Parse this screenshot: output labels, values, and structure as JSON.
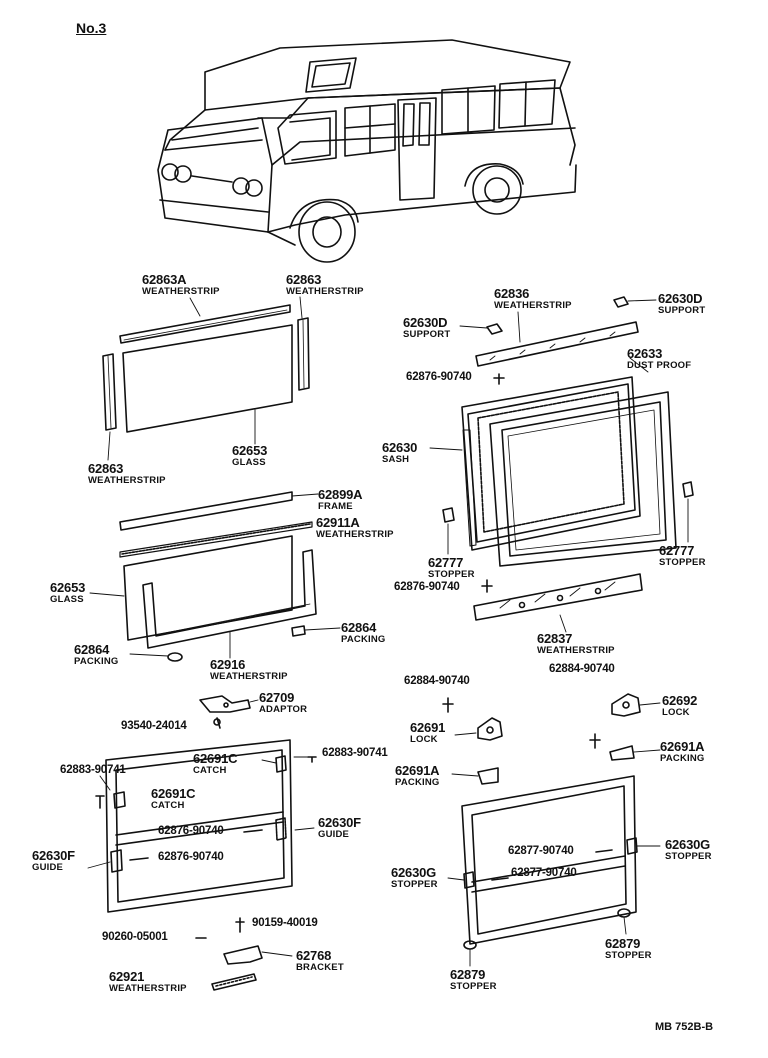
{
  "page": {
    "title": "No.3",
    "code": "MB 752B-B"
  },
  "callouts": [
    {
      "id": "c01",
      "part": "62863A",
      "name": "WEATHERSTRIP"
    },
    {
      "id": "c02",
      "part": "62863",
      "name": "WEATHERSTRIP"
    },
    {
      "id": "c03",
      "part": "62863",
      "name": "WEATHERSTRIP"
    },
    {
      "id": "c04",
      "part": "62653",
      "name": "GLASS"
    },
    {
      "id": "c05",
      "part": "62899A",
      "name": "FRAME"
    },
    {
      "id": "c06",
      "part": "62911A",
      "name": "WEATHERSTRIP"
    },
    {
      "id": "c07",
      "part": "62653",
      "name": "GLASS"
    },
    {
      "id": "c08",
      "part": "62864",
      "name": "PACKING"
    },
    {
      "id": "c09",
      "part": "62864",
      "name": "PACKING"
    },
    {
      "id": "c10",
      "part": "62916",
      "name": "WEATHERSTRIP"
    },
    {
      "id": "c11",
      "part": "62709",
      "name": "ADAPTOR"
    },
    {
      "id": "c12",
      "part": "93540-24014",
      "name": ""
    },
    {
      "id": "c13",
      "part": "62836",
      "name": "WEATHERSTRIP"
    },
    {
      "id": "c14",
      "part": "62630D",
      "name": "SUPPORT"
    },
    {
      "id": "c15",
      "part": "62630D",
      "name": "SUPPORT"
    },
    {
      "id": "c16",
      "part": "62633",
      "name": "DUST PROOF"
    },
    {
      "id": "c17",
      "part": "62876-90740",
      "name": ""
    },
    {
      "id": "c18",
      "part": "62630",
      "name": "SASH"
    },
    {
      "id": "c19",
      "part": "62777",
      "name": "STOPPER"
    },
    {
      "id": "c20",
      "part": "62777",
      "name": "STOPPER"
    },
    {
      "id": "c21",
      "part": "62876-90740",
      "name": ""
    },
    {
      "id": "c22",
      "part": "62837",
      "name": "WEATHERSTRIP"
    },
    {
      "id": "c23",
      "part": "62884-90740",
      "name": ""
    },
    {
      "id": "c24",
      "part": "62884-90740",
      "name": ""
    },
    {
      "id": "c25",
      "part": "62692",
      "name": "LOCK"
    },
    {
      "id": "c26",
      "part": "62691",
      "name": "LOCK"
    },
    {
      "id": "c27",
      "part": "62691A",
      "name": "PACKING"
    },
    {
      "id": "c28",
      "part": "62691A",
      "name": "PACKING"
    },
    {
      "id": "c29",
      "part": "62691C",
      "name": "CATCH"
    },
    {
      "id": "c30",
      "part": "62883-90741",
      "name": ""
    },
    {
      "id": "c31",
      "part": "62883-90741",
      "name": ""
    },
    {
      "id": "c32",
      "part": "62691C",
      "name": "CATCH"
    },
    {
      "id": "c33",
      "part": "62876-90740",
      "name": ""
    },
    {
      "id": "c34",
      "part": "62630F",
      "name": "GUIDE"
    },
    {
      "id": "c35",
      "part": "62630F",
      "name": "GUIDE"
    },
    {
      "id": "c36",
      "part": "62876-90740",
      "name": ""
    },
    {
      "id": "c37",
      "part": "90159-40019",
      "name": ""
    },
    {
      "id": "c38",
      "part": "90260-05001",
      "name": ""
    },
    {
      "id": "c39",
      "part": "62768",
      "name": "BRACKET"
    },
    {
      "id": "c40",
      "part": "62921",
      "name": "WEATHERSTRIP"
    },
    {
      "id": "c41",
      "part": "62877-90740",
      "name": ""
    },
    {
      "id": "c42",
      "part": "62630G",
      "name": "STOPPER"
    },
    {
      "id": "c43",
      "part": "62630G",
      "name": "STOPPER"
    },
    {
      "id": "c44",
      "part": "62877-90740",
      "name": ""
    },
    {
      "id": "c45",
      "part": "62879",
      "name": "STOPPER"
    },
    {
      "id": "c46",
      "part": "62879",
      "name": "STOPPER"
    }
  ]
}
